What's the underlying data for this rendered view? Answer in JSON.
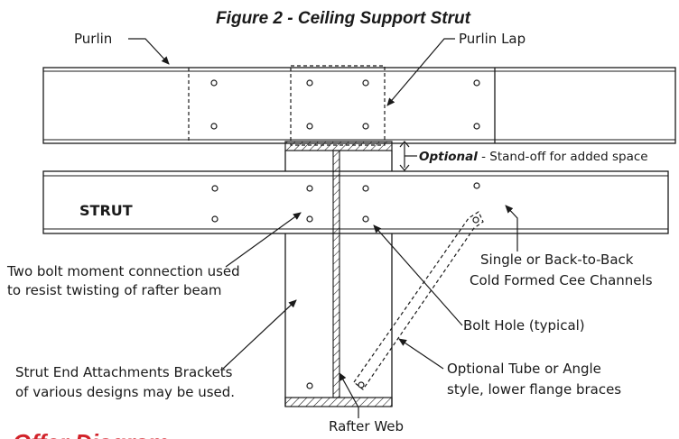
{
  "title": "Figure 2 - Ceiling Support Strut",
  "labels": {
    "purlin": "Purlin",
    "purlin_lap": "Purlin Lap",
    "optional_bold": "Optional",
    "optional_rest": " - Stand-off for added space",
    "strut": "STRUT",
    "two_bolt_line1": "Two bolt moment connection used",
    "two_bolt_line2": "to resist twisting of rafter beam",
    "cee_line1": "Single or Back-to-Back",
    "cee_line2": "Cold Formed Cee Channels",
    "bolt_hole": "Bolt Hole (typical)",
    "brackets_line1": "Strut End Attachments Brackets",
    "brackets_line2": "of various designs may be used.",
    "tube_line1": "Optional Tube or Angle",
    "tube_line2": "style, lower flange braces",
    "rafter_web": "Rafter Web",
    "cut_off_heading": "Offer Diagram"
  },
  "colors": {
    "line": "#1a1a1a",
    "accent_red": "#d2232a",
    "background": "#ffffff"
  }
}
